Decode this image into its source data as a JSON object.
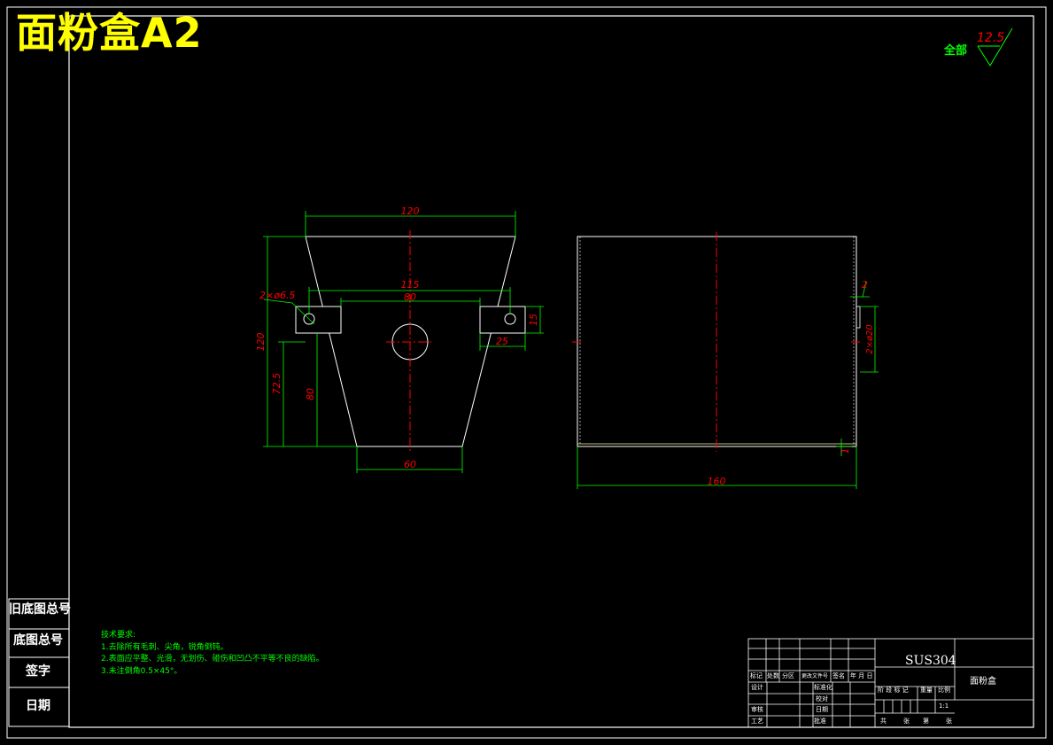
{
  "title": "面粉盒A2",
  "roughness": {
    "label": "全部",
    "value": "12.5"
  },
  "left_column": [
    "旧底图总号",
    "底图总号",
    "签字",
    "日期"
  ],
  "tech_requirements": {
    "heading": "技术要求:",
    "items": [
      "1.去除所有毛刺、尖角，锐角倒钝。",
      "2.表面应平整、光滑，无划伤、碰伤和凹凸不平等不良的缺陷。",
      "3.未注倒角0.5×45°。"
    ]
  },
  "dimensions": {
    "front": {
      "top_width": "120",
      "hole_spacing": "115",
      "ear_spacing": "80",
      "holes": "2×ø6.5",
      "height": "120",
      "ear_height": "15",
      "ear_width": "25",
      "center_height": "72.5",
      "inner_height": "80",
      "bottom_width": "60"
    },
    "side": {
      "length": "160",
      "thickness": "2",
      "ear_holes": "2×ø20",
      "bottom_thickness": "1"
    }
  },
  "title_block": {
    "material": "SUS304",
    "part_name": "面粉盒",
    "row_labels": [
      "标记",
      "处数",
      "分区",
      "更改文件号",
      "签名",
      "年 月 日"
    ],
    "design": "设计",
    "standard": "标准化",
    "review": "审核",
    "process": "工艺",
    "approve": "批准",
    "check": "校对",
    "date_label": "日期",
    "stage_labels": [
      "阶 段 标 记",
      "重量",
      "比例"
    ],
    "scale": "1:1",
    "sheet_labels": [
      "共",
      "张",
      "第",
      "张"
    ]
  }
}
